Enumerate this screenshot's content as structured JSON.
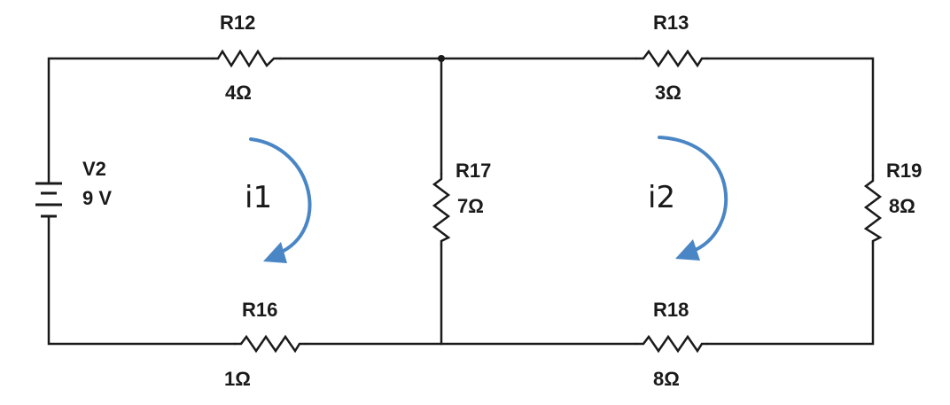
{
  "components": {
    "source": {
      "name": "V2",
      "value": "9 V"
    },
    "r12": {
      "name": "R12",
      "value": "4Ω"
    },
    "r13": {
      "name": "R13",
      "value": "3Ω"
    },
    "r16": {
      "name": "R16",
      "value": "1Ω"
    },
    "r17": {
      "name": "R17",
      "value": "7Ω"
    },
    "r18": {
      "name": "R18",
      "value": "8Ω"
    },
    "r19": {
      "name": "R19",
      "value": "8Ω"
    }
  },
  "loops": {
    "left": {
      "label": "i1",
      "direction": "clockwise"
    },
    "right": {
      "label": "i2",
      "direction": "clockwise"
    }
  },
  "colors": {
    "wire": "#1a1a1a",
    "loop_arrow": "#4a86c5",
    "background": "#ffffff"
  }
}
